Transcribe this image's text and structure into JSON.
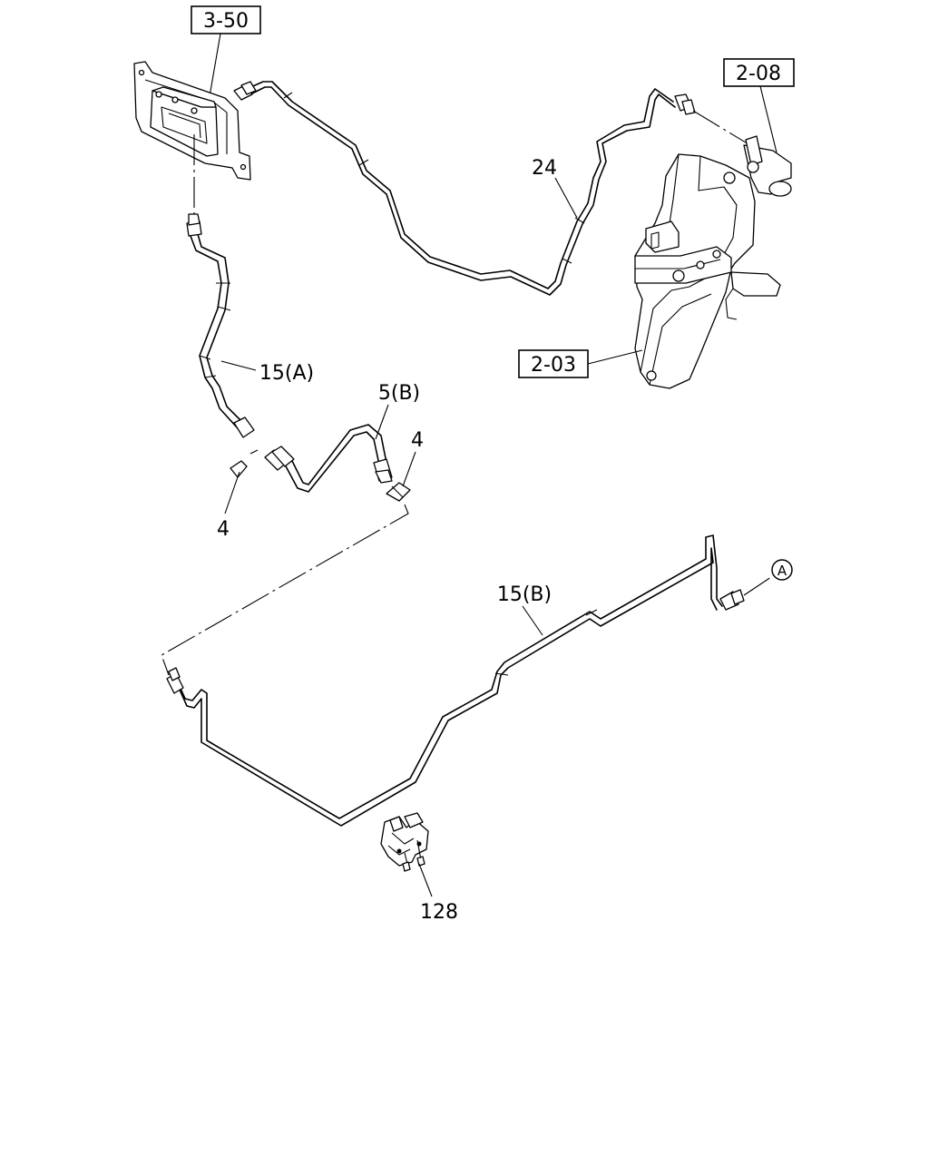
{
  "labels": {
    "ref_3_50": "3-50",
    "ref_2_08": "2-08",
    "ref_2_03": "2-03",
    "part_24": "24",
    "part_15a": "15(A)",
    "part_5b": "5(B)",
    "part_4_right": "4",
    "part_4_left": "4",
    "part_15b": "15(B)",
    "part_128": "128",
    "circle_a": "A"
  }
}
